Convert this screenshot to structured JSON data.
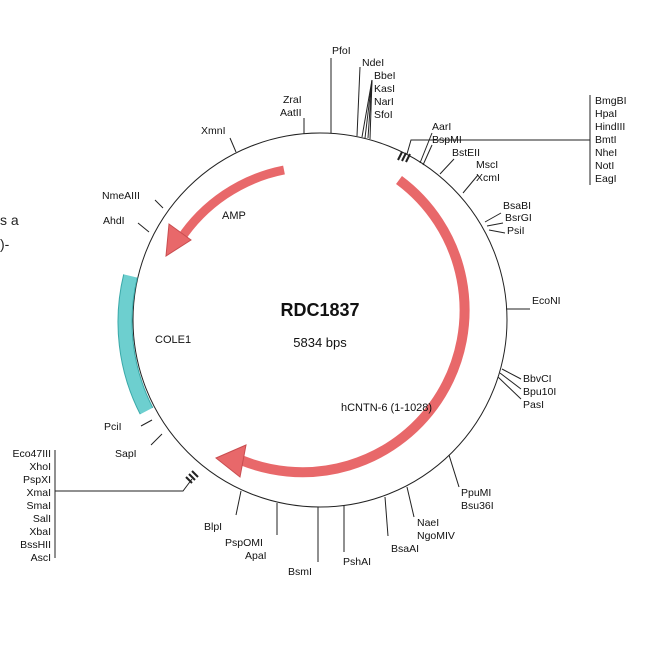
{
  "plasmid": {
    "name": "RDC1837",
    "size_label": "5834 bps"
  },
  "background_fragments": [
    "s a",
    ")-"
  ],
  "features": [
    {
      "name": "AMP",
      "color": "#e8686a"
    },
    {
      "name": "hCNTN-6 (1-1028)",
      "color": "#e8686a"
    },
    {
      "name": "COLE1",
      "color": "#6dcfcf"
    }
  ],
  "sites": {
    "PfoI": "PfoI",
    "NdeI": "NdeI",
    "BbeI": "BbeI",
    "KasI": "KasI",
    "NarI": "NarI",
    "SfoI": "SfoI",
    "ZraI": "ZraI",
    "AatII": "AatII",
    "XmnI": "XmnI",
    "AarI": "AarI",
    "BspMI": "BspMI",
    "BstEII": "BstEII",
    "MscI": "MscI",
    "XcmI": "XcmI",
    "BsaBI": "BsaBI",
    "BsrGI": "BsrGI",
    "PsiI": "PsiI",
    "EcoNI": "EcoNI",
    "BbvCI": "BbvCI",
    "Bpu10I": "Bpu10I",
    "PasI": "PasI",
    "PpuMI": "PpuMI",
    "Bsu36I": "Bsu36I",
    "NaeI": "NaeI",
    "NgoMIV": "NgoMIV",
    "BsaAI": "BsaAI",
    "PshAI": "PshAI",
    "BsmI": "BsmI",
    "PspOMI": "PspOMI",
    "ApaI": "ApaI",
    "BlpI": "BlpI",
    "SapI": "SapI",
    "PciI": "PciI",
    "AhdI": "AhdI",
    "NmeAIII": "NmeAIII"
  },
  "right_cluster": [
    "BmgBI",
    "HpaI",
    "HindIII",
    "BmtI",
    "NheI",
    "NotI",
    "EagI"
  ],
  "left_cluster": [
    "Eco47III",
    "XhoI",
    "PspXI",
    "XmaI",
    "SmaI",
    "SalI",
    "XbaI",
    "BssHII",
    "AscI"
  ]
}
